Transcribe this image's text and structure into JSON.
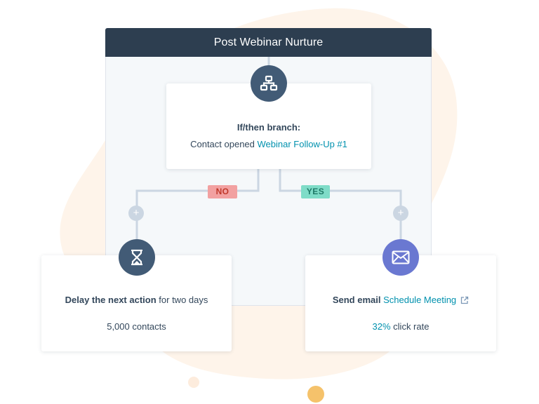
{
  "workflow": {
    "title": "Post Webinar Nurture"
  },
  "branch": {
    "heading": "If/then branch:",
    "condition_prefix": "Contact opened",
    "condition_link": "Webinar Follow-Up #1"
  },
  "branches": {
    "no_label": "NO",
    "yes_label": "YES"
  },
  "add_node": {
    "glyph": "+"
  },
  "delay": {
    "action_bold": "Delay the next action",
    "action_rest": "for two days",
    "count": "5,000 contacts"
  },
  "email": {
    "action_bold": "Send email",
    "email_link": "Schedule Meeting",
    "rate_value": "32%",
    "rate_suffix": "click rate"
  },
  "icons": {
    "branch": "branch-tree-icon",
    "delay": "hourglass-icon",
    "email": "envelope-icon",
    "external": "external-link-icon"
  },
  "colors": {
    "header_bg": "#2d3e50",
    "panel_bg": "#f5f8fa",
    "node_dark": "#425b76",
    "node_email": "#6a78d1",
    "link": "#0091ae",
    "no_tag_bg": "#f2a1a1",
    "yes_tag_bg": "#7fdcc8",
    "connector": "#cbd6e2",
    "blob": "#fef3e8",
    "dot": "#f5c26b"
  }
}
